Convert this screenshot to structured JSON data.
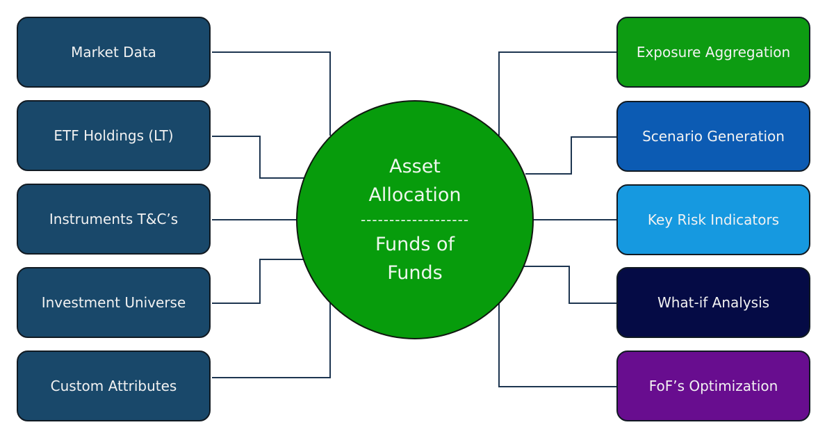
{
  "hub": {
    "title_line1": "Asset",
    "title_line2": "Allocation",
    "separator": "-------------------",
    "subtitle_line1": "Funds of",
    "subtitle_line2": "Funds",
    "color": "#079c0c"
  },
  "inputs": [
    {
      "label": "Market Data"
    },
    {
      "label": "ETF Holdings (LT)"
    },
    {
      "label": "Instruments T&C’s"
    },
    {
      "label": "Investment Universe"
    },
    {
      "label": "Custom Attributes"
    }
  ],
  "input_color": "#19486a",
  "outputs": [
    {
      "label": "Exposure Aggregation",
      "color": "#0d9c12"
    },
    {
      "label": "Scenario Generation",
      "color": "#0c5bb3"
    },
    {
      "label": "Key Risk Indicators",
      "color": "#1699e0"
    },
    {
      "label": "What-if Analysis",
      "color": "#050b45"
    },
    {
      "label": "FoF’s Optimization",
      "color": "#680d8f"
    }
  ]
}
